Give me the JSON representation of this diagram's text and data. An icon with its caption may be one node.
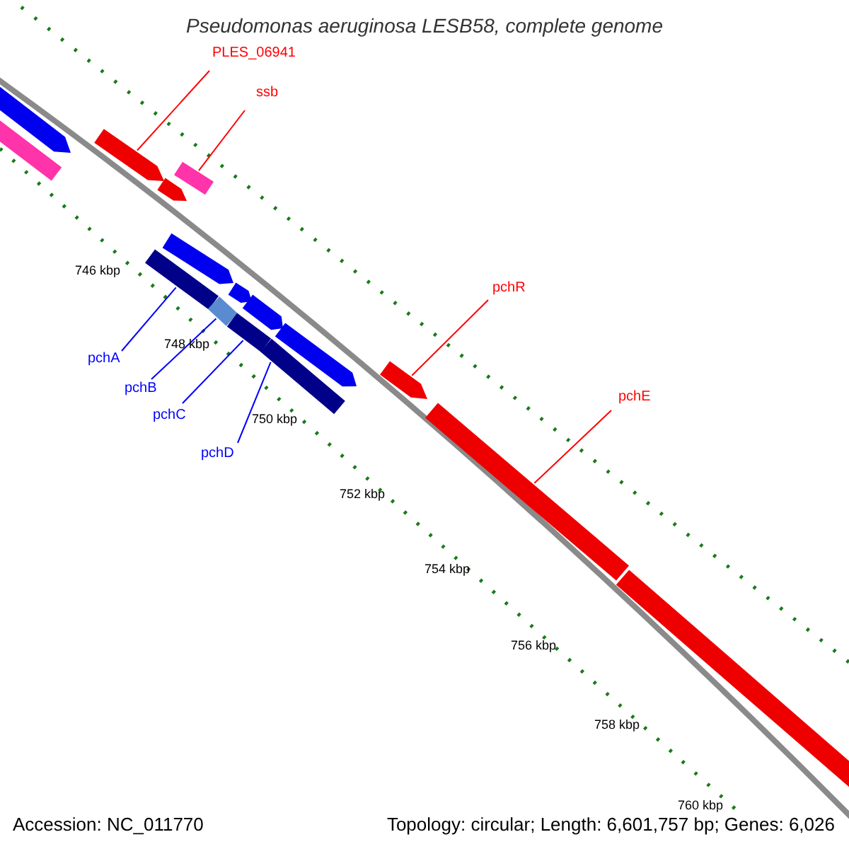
{
  "diagram": {
    "title": "Pseudomonas aeruginosa LESB58, complete genome",
    "nodes": [
      {
        "text": [
          "PLES_06941"
        ]
      },
      {
        "text": [],
        "shape": "bar"
      },
      {
        "text": [
          "ssb"
        ]
      },
      {
        "text": [],
        "shape": "bar"
      },
      {
        "text": [
          "pchR"
        ]
      },
      {
        "text": [],
        "shape": "bar"
      },
      {
        "text": [
          "pchE"
        ]
      },
      {
        "text": [],
        "shape": "bar"
      },
      {
        "text": [
          "pchA"
        ]
      },
      {
        "text": [],
        "shape": "bar"
      },
      {
        "text": [
          "pchB"
        ]
      },
      {
        "text": [],
        "shape": "bar"
      },
      {
        "text": [
          "pchC"
        ]
      },
      {
        "text": [],
        "shape": "bar"
      },
      {
        "text": [
          "pchD"
        ]
      },
      {
        "text": [],
        "shape": "bar"
      },
      {
        "text": [],
        "shape": "bar"
      },
      {
        "text": [],
        "shape": "bar"
      },
      {
        "text": [],
        "shape": "bar"
      },
      {
        "text": [],
        "shape": "bar"
      },
      {
        "text": [],
        "shape": "bar"
      },
      {
        "text": [],
        "shape": "bar"
      },
      {
        "text": [],
        "shape": "bar"
      },
      {
        "text": [],
        "shape": "bar"
      }
    ],
    "edges": [
      {
        "from": 0,
        "to": 1,
        "arrow": "none",
        "color": "#ff0000"
      },
      {
        "from": 2,
        "to": 3,
        "arrow": "none",
        "color": "#ff0000"
      },
      {
        "from": 4,
        "to": 5,
        "arrow": "none",
        "color": "#ff0000"
      },
      {
        "from": 6,
        "to": 7,
        "arrow": "none",
        "color": "#ff0000"
      },
      {
        "from": 8,
        "to": 9,
        "arrow": "none",
        "color": "#0000ff"
      },
      {
        "from": 10,
        "to": 11,
        "arrow": "none",
        "color": "#0000ff"
      },
      {
        "from": 12,
        "to": 13,
        "arrow": "none",
        "color": "#0000ff"
      },
      {
        "from": 14,
        "to": 15,
        "arrow": "none",
        "color": "#0000ff"
      }
    ],
    "labels": [
      "746 kbp",
      "748 kbp",
      "750 kbp",
      "752 kbp",
      "754 kbp",
      "756 kbp",
      "758 kbp",
      "760 kbp",
      "Accession: NC_011770",
      "Topology: circular; Length: 6,601,757 bp; Genes: 6,026"
    ]
  }
}
